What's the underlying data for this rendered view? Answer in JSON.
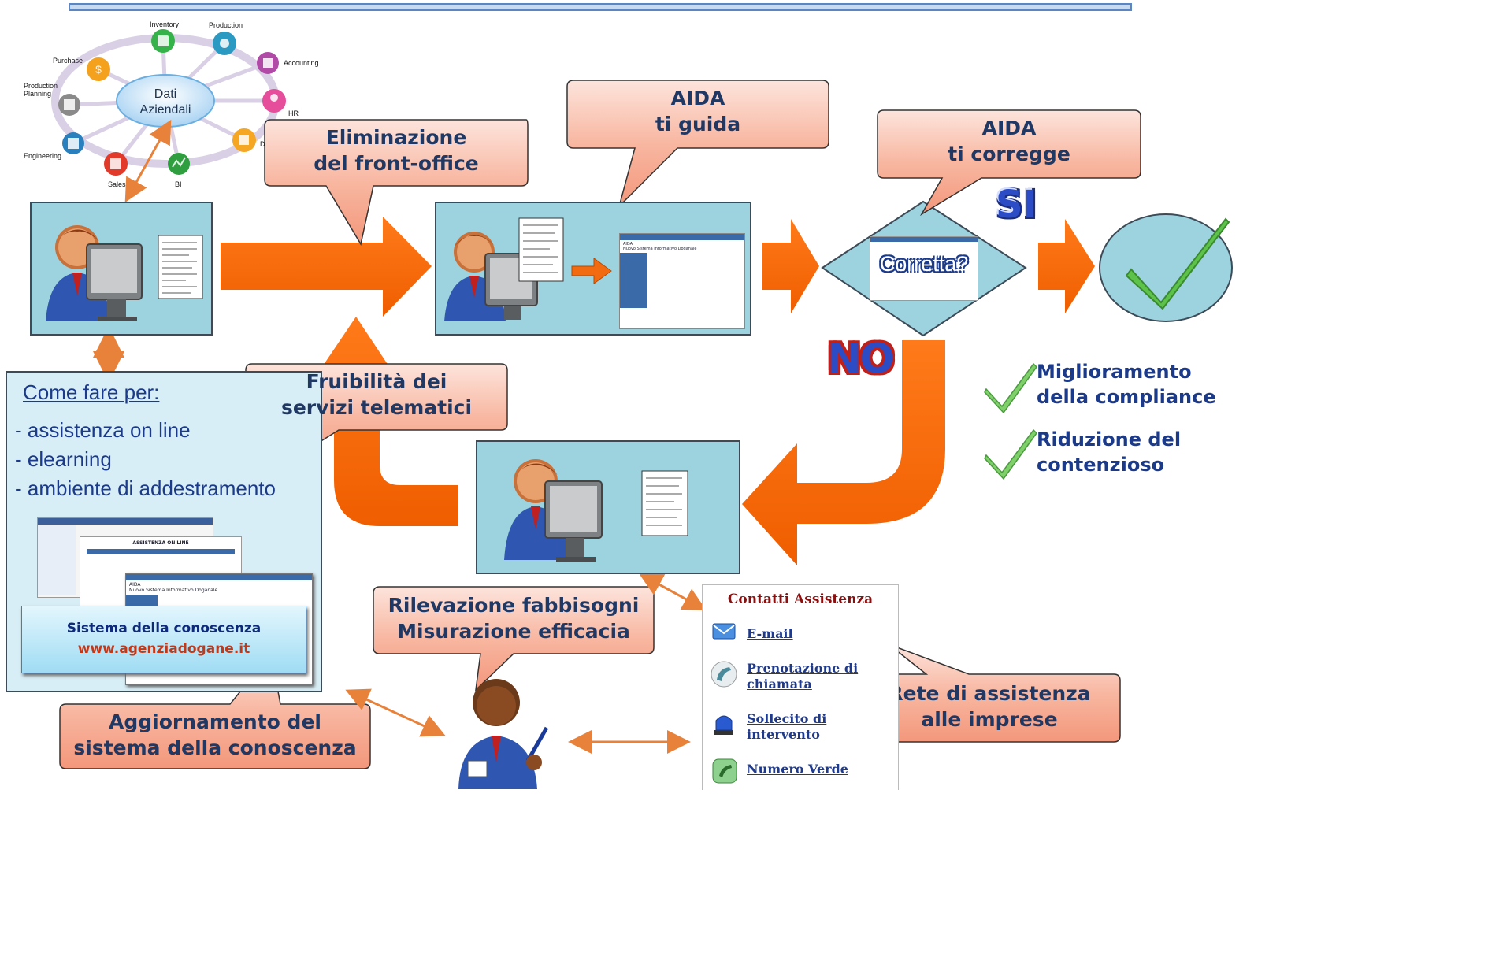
{
  "erp_hub": {
    "center_label": "Dati\nAziendali",
    "modules": [
      "Inventory",
      "Production",
      "Accounting",
      "HR",
      "D",
      "BI",
      "Sales",
      "Engineering",
      "Production\nPlanning",
      "Purchase"
    ]
  },
  "callouts": {
    "elimination": "Eliminazione\ndel front-office",
    "aida_guides": "AIDA\nti guida",
    "aida_corrects": "AIDA\nti corregge",
    "usability": "Fruibilità dei\nservizi telematici",
    "survey": "Rilevazione fabbisogni\nMisurazione efficacia",
    "knowledge_update": "Aggiornamento del\nsistema della conoscenza",
    "assistance_network": "Rete di assistenza\nalle imprese"
  },
  "decision": {
    "label": "Corretta?",
    "yes": "SI",
    "no": "NO"
  },
  "howto_panel": {
    "title": "Come fare per:",
    "items": [
      "- assistenza on line",
      "- elearning",
      "- ambiente di addestramento"
    ],
    "banner_title": "Sistema della conoscenza",
    "banner_url": "www.agenziadogane.it"
  },
  "benefits": [
    "Miglioramento\ndella compliance",
    "Riduzione del\ncontenzioso"
  ],
  "contacts": {
    "title": "Contatti Assistenza",
    "items": [
      {
        "label": "E-mail",
        "icon": "envelope-icon"
      },
      {
        "label": "Prenotazione di\nchiamata",
        "icon": "phone-booking-icon"
      },
      {
        "label": "Sollecito di\nintervento",
        "icon": "alarm-light-icon"
      },
      {
        "label": "Numero Verde",
        "icon": "green-phone-icon"
      }
    ]
  },
  "colors": {
    "panel_bg": "#9dd3df",
    "arrow": "#f26b10",
    "callout": "#f7a98f",
    "text_blue": "#1b3a8a",
    "check_green": "#5cc24a"
  },
  "mini_screens": {
    "aida_header": "AIDA\nNuovo Sistema Informativo Doganale",
    "assist_header": "ASSISTENZA ON LINE"
  }
}
